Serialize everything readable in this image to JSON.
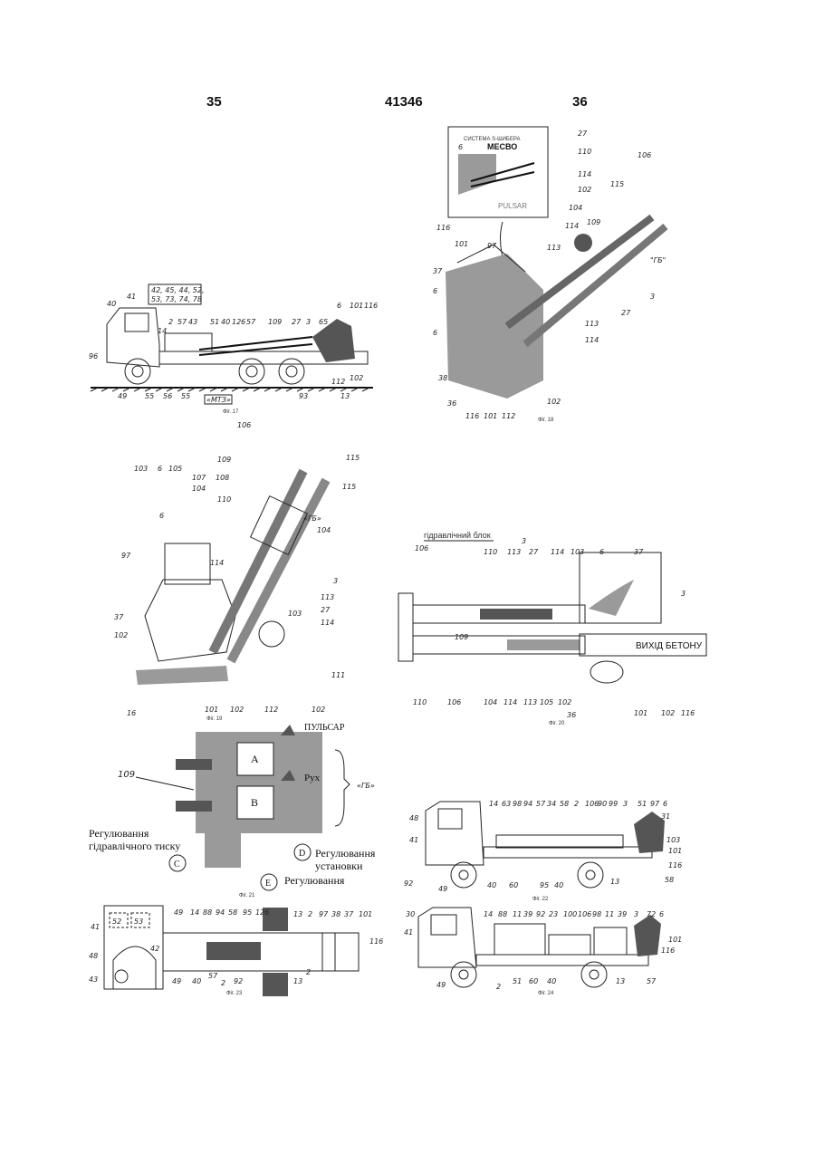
{
  "header": {
    "left": "35",
    "center": "41346",
    "right": "36"
  },
  "fig17": {
    "caption": "Фіг. 17",
    "mtz": "«МТЗ»",
    "box_line1": "42, 45, 44, 52,",
    "box_line2": "53, 73, 74, 78",
    "labels": [
      "40",
      "41",
      "96",
      "49",
      "55",
      "56",
      "55",
      "2",
      "57",
      "43",
      "51",
      "40",
      "126",
      "57",
      "109",
      "27",
      "3",
      "65",
      "6",
      "101",
      "116",
      "112",
      "102",
      "93",
      "13",
      "14"
    ]
  },
  "fig18": {
    "caption": "Фіг. 18",
    "inset_title1": "СИСТЕМА S-ШИБЕРА",
    "inset_title2": "МЕСВО",
    "inset_brand": "PULSAR",
    "gb": "\"ГБ\"",
    "labels": [
      "27",
      "110",
      "114",
      "102",
      "6",
      "116",
      "101",
      "106",
      "115",
      "104",
      "114",
      "109",
      "113",
      "97",
      "37",
      "6",
      "6",
      "38",
      "36",
      "116",
      "101",
      "112",
      "102",
      "114",
      "113",
      "27",
      "3"
    ]
  },
  "fig19": {
    "caption": "Фіг. 19",
    "gb": "«ГБ»",
    "labels": [
      "106",
      "109",
      "115",
      "115",
      "104",
      "103",
      "6",
      "105",
      "107",
      "104",
      "108",
      "110",
      "6",
      "97",
      "114",
      "3",
      "113",
      "27",
      "114",
      "37",
      "103",
      "102",
      "111",
      "16",
      "101",
      "102",
      "112",
      "102"
    ]
  },
  "fig20": {
    "caption": "Фіг. 20",
    "hydro_block": "гідравлічний блок",
    "outlet": "ВИХІД БЕТОНУ",
    "labels": [
      "106",
      "110",
      "113",
      "27",
      "114",
      "103",
      "6",
      "37",
      "3",
      "3",
      "109",
      "110",
      "106",
      "104",
      "114",
      "113",
      "105",
      "102",
      "101",
      "102",
      "116",
      "36"
    ]
  },
  "fig21": {
    "caption": "Фіг. 21",
    "pulsar": "ПУЛЬСАР",
    "ruh": "Рух",
    "gb": "«ГБ»",
    "num": "109",
    "A": "A",
    "B": "B",
    "C": "C",
    "D": "D",
    "E": "E",
    "reg_pressure1": "Регулювання",
    "reg_pressure2": "гідравлічного тиску",
    "reg_install1": "Регулювання",
    "reg_install2": "установки",
    "reg_e": "Регулювання"
  },
  "fig22": {
    "caption": "Фіг. 22",
    "labels": [
      "48",
      "41",
      "92",
      "49",
      "14",
      "63",
      "98",
      "94",
      "57",
      "34",
      "58",
      "2",
      "106",
      "90",
      "99",
      "3",
      "51",
      "97",
      "6",
      "31",
      "103",
      "101",
      "116",
      "58",
      "13",
      "40",
      "60",
      "95",
      "40"
    ]
  },
  "fig23": {
    "caption": "Фіг. 23",
    "labels": [
      "52",
      "53",
      "41",
      "48",
      "43",
      "42",
      "49",
      "49",
      "14",
      "88",
      "94",
      "58",
      "95",
      "126",
      "13",
      "2",
      "97",
      "38",
      "37",
      "101",
      "116",
      "40",
      "57",
      "2",
      "92",
      "13",
      "2"
    ]
  },
  "fig24": {
    "caption": "Фіг. 24",
    "labels": [
      "30",
      "41",
      "49",
      "14",
      "88",
      "11",
      "39",
      "92",
      "23",
      "100",
      "106",
      "98",
      "11",
      "39",
      "3",
      "72",
      "6",
      "101",
      "116",
      "2",
      "51",
      "60",
      "40",
      "13",
      "57"
    ]
  }
}
